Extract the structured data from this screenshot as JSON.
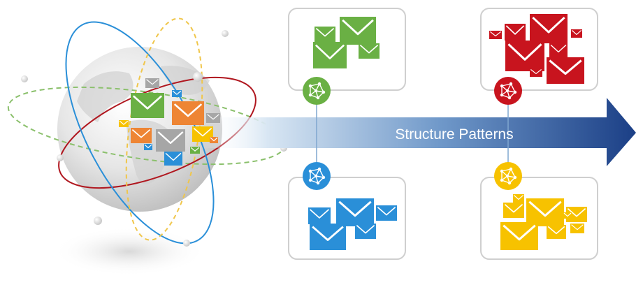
{
  "arrow": {
    "label": "Structure Patterns"
  },
  "colors": {
    "green": "#6ab044",
    "orange": "#ee8534",
    "gray": "#a6a6a6",
    "yellow": "#f7c200",
    "blue": "#2a8fd8",
    "red": "#c8141e",
    "arrow_dark": "#1b3f86",
    "arrow_light": "#d8e6f3",
    "box_border": "#cfcfcf"
  },
  "globe": {
    "icons": [
      "mail-icon",
      "mail-icon",
      "mail-icon"
    ]
  },
  "clusters": [
    {
      "id": "green",
      "icon": "network-icon"
    },
    {
      "id": "red",
      "icon": "network-icon"
    },
    {
      "id": "blue",
      "icon": "network-icon"
    },
    {
      "id": "yellow",
      "icon": "network-icon"
    }
  ]
}
